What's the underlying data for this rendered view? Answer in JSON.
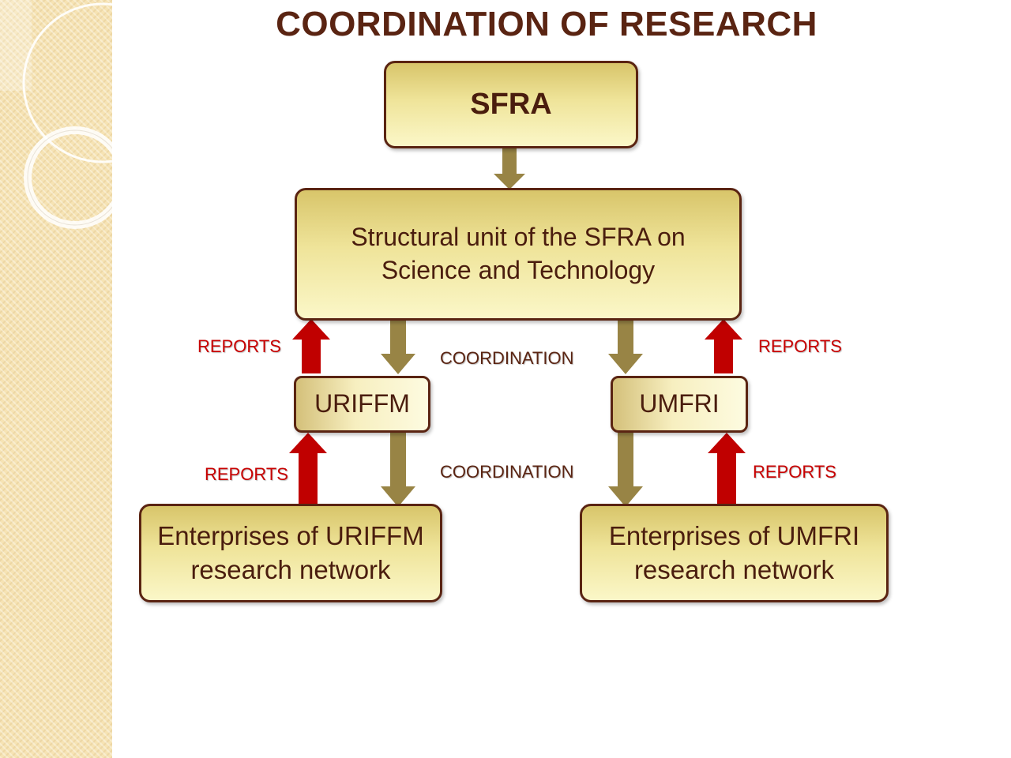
{
  "title": "COORDINATION OF RESEARCH",
  "boxes": {
    "sfra": "SFRA",
    "structural_unit": "Structural unit of the SFRA on\nScience and Technology",
    "uriffm": "URIFFM",
    "umfri": "UMFRI",
    "enterprises_uriffm": "Enterprises of URIFFM\nresearch network",
    "enterprises_umfri": "Enterprises of UMFRI\nresearch network"
  },
  "labels": {
    "reports_top_left": "REPORTS",
    "reports_top_right": "REPORTS",
    "reports_bottom_left": "REPORTS",
    "reports_bottom_right": "REPORTS",
    "coordination_top": "COORDINATION",
    "coordination_bottom": "COORDINATION"
  },
  "colors": {
    "report_arrow": "#c00000",
    "coordination_arrow": "#988445",
    "box_border": "#5a2412",
    "text": "#4a1d0e"
  }
}
